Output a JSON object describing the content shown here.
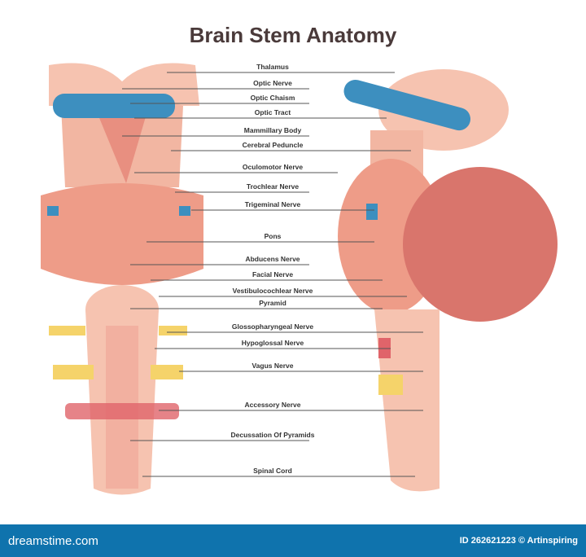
{
  "title": "Brain Stem Anatomy",
  "labels": [
    "Thalamus",
    "Optic Nerve",
    "Optic Chaism",
    "Optic Tract",
    "Mammillary Body",
    "Cerebral Peduncle",
    "Oculomotor Nerve",
    "Trochlear Nerve",
    "Trigeminal Nerve",
    "Pons",
    "Abducens Nerve",
    "Facial Nerve",
    "Vestibulocochlear Nerve",
    "Pyramid",
    "Glossopharyngeal Nerve",
    "Hypoglossal Nerve",
    "Vagus Nerve",
    "Accessory Nerve",
    "Decussation Of Pyramids",
    "Spinal Cord"
  ],
  "footer": {
    "brand": "dreamstime.com",
    "credit": "ID 262621223 © Artinspiring"
  },
  "colors": {
    "tissue": "#f6c3b0",
    "pons": "#ee9c88",
    "nerve_blue": "#3d8fbf",
    "nerve_yellow": "#f5d36a",
    "nerve_red": "#e0646a",
    "footer": "#0f73ad"
  }
}
